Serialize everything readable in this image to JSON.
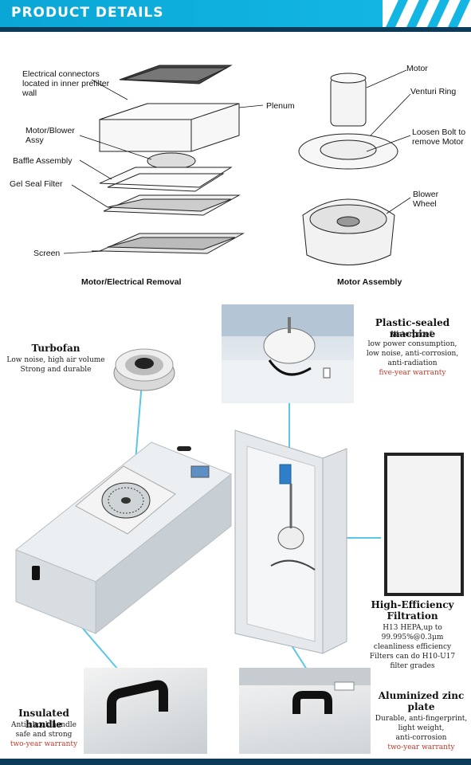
{
  "header": {
    "title": "PRODUCT DETAILS"
  },
  "diagrams": {
    "left": {
      "labels": {
        "electrical": "Electrical connectors located in inner prefilter wall",
        "plenum": "Plenum",
        "motor_blower": "Motor/Blower Assy",
        "baffle": "Baffle Assembly",
        "gel": "Gel Seal Filter",
        "screen": "Screen"
      },
      "caption": "Motor/Electrical Removal"
    },
    "right": {
      "labels": {
        "motor": "Motor",
        "venturi": "Venturi Ring",
        "loosen": "Loosen Bolt to remove Motor",
        "blower": "Blower Wheel"
      },
      "caption": "Motor Assembly"
    }
  },
  "features": {
    "turbofan": {
      "title": "Turbofan",
      "lines": [
        "Low noise, high air volume",
        "Strong and durable"
      ]
    },
    "plastic_sealed": {
      "title": "Plastic-sealed machine",
      "lines": [
        "Waterproof,",
        "low power consumption,",
        "low noise, anti-corrosion,",
        "anti-radiation"
      ],
      "warranty": "five-year warranty"
    },
    "filtration": {
      "title": "High-Efficiency Filtration",
      "lines": [
        "H13 HEPA,up to 99.995%@0.3μm",
        "cleanliness efficiency",
        "Filters can do H10-U17",
        "filter grades"
      ]
    },
    "handle": {
      "title": "Insulated handle",
      "lines": [
        "Anti-shock handle",
        "safe and strong"
      ],
      "warranty": "two-year warranty"
    },
    "zinc": {
      "title": "Aluminized zinc plate",
      "lines": [
        "Durable, anti-fingerprint,",
        "light weight,",
        "anti-corrosion"
      ],
      "warranty": "two-year warranty"
    }
  },
  "colors": {
    "accent": "#13b6e3",
    "dark": "#0b3b58",
    "warranty": "#c0392b",
    "pointer": "#5cc6e8"
  }
}
